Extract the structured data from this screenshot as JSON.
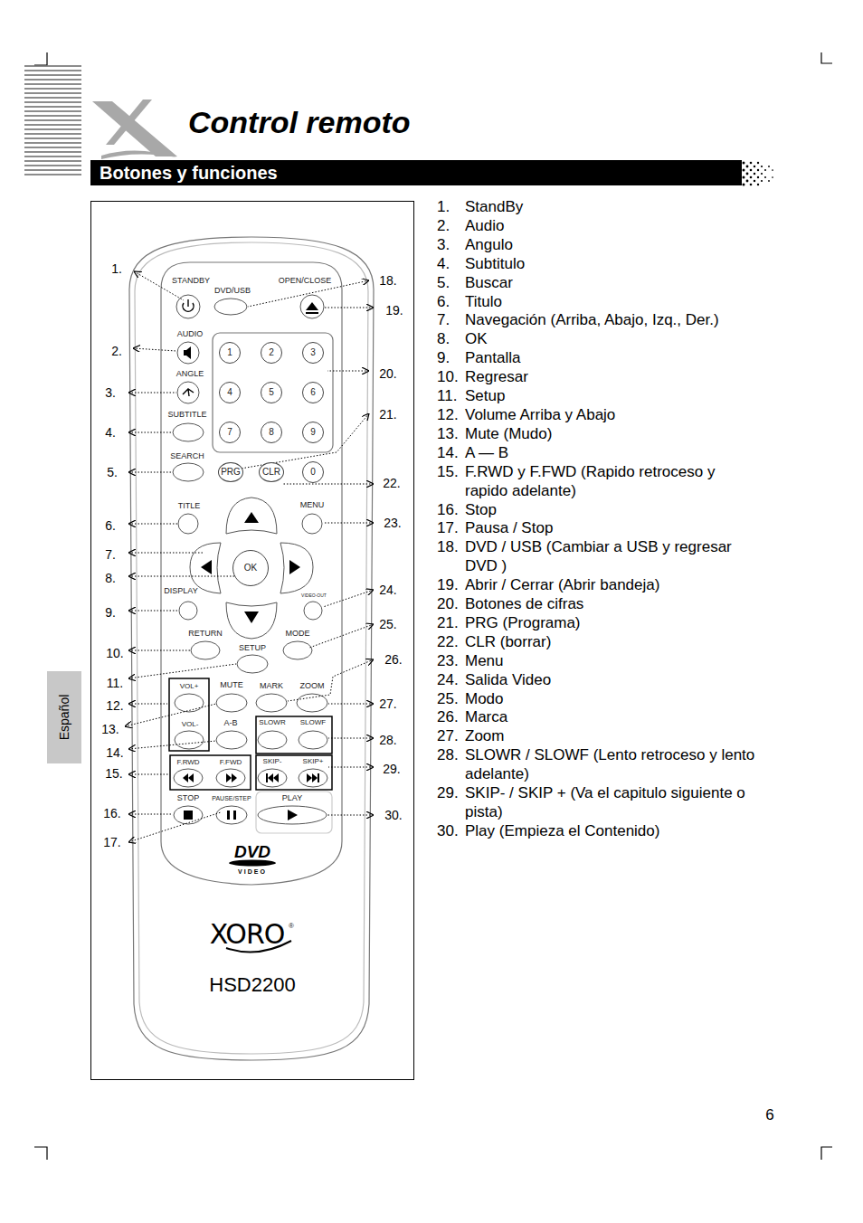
{
  "diagram": {
    "title": "Control remoto",
    "nodes": [
      {
        "text": [
          "Botones y funciones"
        ]
      },
      {
        "text": [
          "Español"
        ]
      },
      {
        "text": [
          "1"
        ]
      },
      {
        "text": [
          "2"
        ]
      },
      {
        "text": [
          "3"
        ]
      },
      {
        "text": [
          "4"
        ]
      },
      {
        "text": [
          "5"
        ]
      },
      {
        "text": [
          "6"
        ]
      },
      {
        "text": [
          "7"
        ]
      },
      {
        "text": [
          "8"
        ]
      },
      {
        "text": [
          "9"
        ]
      },
      {
        "text": [
          "PRG"
        ]
      },
      {
        "text": [
          "CLR"
        ]
      },
      {
        "text": [
          "0"
        ]
      },
      {
        "text": [
          "OK"
        ]
      }
    ],
    "labels": [
      "STANDBY",
      "DVD/USB",
      "OPEN/CLOSE",
      "AUDIO",
      "ANGLE",
      "SUBTITLE",
      "SEARCH",
      "TITLE",
      "MENU",
      "DISPLAY",
      "VIDEO-OUT",
      "RETURN",
      "SETUP",
      "MODE",
      "VOL+",
      "MUTE",
      "MARK",
      "ZOOM",
      "VOL-",
      "A-B",
      "SLOWR",
      "SLOWF",
      "F.RWD",
      "F.FWD",
      "SKIP-",
      "SKIP+",
      "STOP",
      "PAUSE/STEP",
      "PLAY",
      "DVD",
      "VIDEO",
      "XORO",
      "®",
      "HSD2200",
      "1.",
      "2.",
      "3.",
      "4.",
      "5.",
      "6.",
      "7.",
      "8.",
      "9.",
      "10.",
      "11.",
      "12.",
      "13.",
      "14.",
      "15.",
      "16.",
      "17.",
      "18.",
      "19.",
      "20.",
      "21.",
      "22.",
      "23.",
      "24.",
      "25.",
      "26.",
      "27.",
      "28.",
      "29.",
      "30.",
      "1.",
      "StandBy",
      "2.",
      "Audio",
      "3.",
      "Angulo",
      "4.",
      "Subtitulo",
      "5.",
      "Buscar",
      "6.",
      "Titulo",
      "7.",
      "Navegación (Arriba, Abajo, Izq., Der.)",
      "8.",
      "OK",
      "9.",
      "Pantalla",
      "10.",
      "Regresar",
      "11.",
      "Setup",
      "12.",
      "Volume Arriba y Abajo",
      "13.",
      "Mute (Mudo)",
      "14.",
      "A — B",
      "15.",
      "F.RWD y F.FWD (Rapido retroceso y rapido adelante)",
      "16.",
      "Stop",
      "17.",
      "Pausa / Stop",
      "18.",
      "DVD / USB (Cambiar a USB y regresar DVD )",
      "19.",
      "Abrir / Cerrar (Abrir bandeja)",
      "20.",
      "Botones de cifras",
      "21.",
      "PRG (Programa)",
      "22.",
      "CLR (borrar)",
      "23.",
      "Menu",
      "24.",
      "Salida Video",
      "25.",
      "Modo",
      "26.",
      "Marca",
      "27.",
      "Zoom",
      "28.",
      "SLOWR / SLOWF (Lento retroceso y lento adelante)",
      "29.",
      "SKIP- / SKIP + (Va el capitulo siguiente o pista)",
      "30.",
      "Play (Empieza el Contenido)",
      "6"
    ]
  }
}
